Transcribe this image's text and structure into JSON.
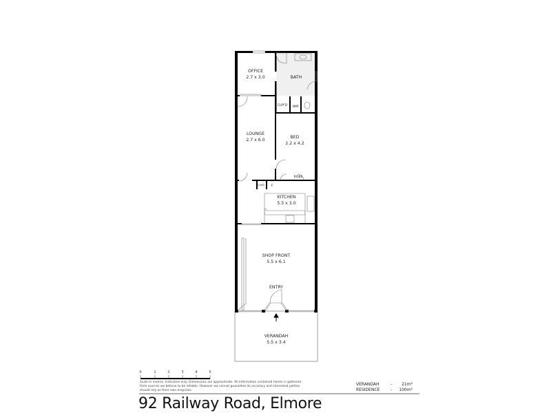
{
  "rooms": {
    "office": {
      "name": "OFFICE",
      "dims": "2.7 x 3.0"
    },
    "bath": {
      "name": "BATH"
    },
    "cupd_upper": {
      "name": "CUP'D"
    },
    "wm": {
      "name": "WM"
    },
    "lounge": {
      "name": "LOUNGE",
      "dims": "2.7 x 6.0"
    },
    "bed": {
      "name": "BED",
      "dims": "2.2 x 4.2"
    },
    "robe": {
      "name": "ROBE"
    },
    "cupd_kitchen": {
      "name": "CUPD"
    },
    "fridge": {
      "name": "F"
    },
    "kitchen": {
      "name": "KITCHEN",
      "dims": "5.5 x 3.0"
    },
    "shop_front": {
      "name": "SHOP FRONT",
      "dims": "5.5 x 6.1"
    },
    "entry": {
      "name": "ENTRY"
    },
    "verandah": {
      "name": "VERANDAH",
      "dims": "5.5 x 3.4"
    }
  },
  "scale": {
    "ticks": [
      "0",
      "1",
      "2",
      "3",
      "4",
      "5"
    ]
  },
  "disclaimer": "Scale in metres. Indicative only. Dimensions are approximate. All information contained herein is gathered from sources we believe to be reliable. However we cannot guarantee its accuracy and interested parties should rely on their own enquiries.",
  "areas": [
    {
      "name": "VERANDAH",
      "sep": "-",
      "value": "21m²"
    },
    {
      "name": "RESIDENCE",
      "sep": "-",
      "value": "100m²"
    }
  ],
  "title": "92 Railway Road, Elmore",
  "colors": {
    "wall": "#000000",
    "bath_tile": "#f0f0f0"
  }
}
